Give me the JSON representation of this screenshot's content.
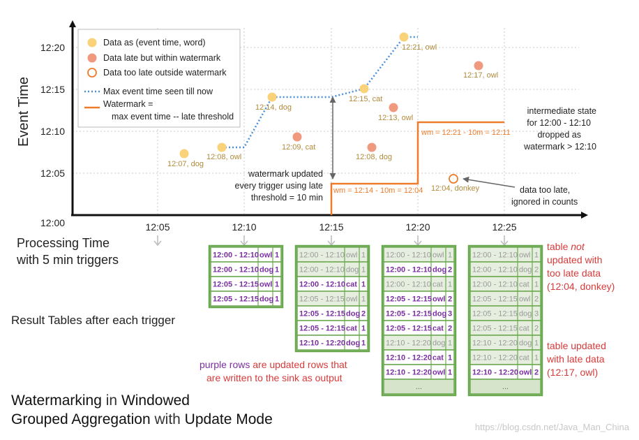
{
  "y_axis": {
    "title": "Event Time",
    "ticks": [
      "12:00",
      "12:05",
      "12:10",
      "12:15",
      "12:20"
    ]
  },
  "x_axis": {
    "title_line1": "Processing Time",
    "title_line2": "with 5 min triggers",
    "ticks": [
      "12:05",
      "12:10",
      "12:15",
      "12:20",
      "12:25"
    ]
  },
  "legend": {
    "data": "Data as (event time, word)",
    "late": "Data late but within watermark",
    "too_late": "Data too late outside watermark",
    "max_event": "Max event time seen till now",
    "watermark_line1": "Watermark =",
    "watermark_line2": "max event time -- late threshold"
  },
  "points": {
    "p1": "12:07, dog",
    "p2": "12:08, owl",
    "p3": "12:14, dog",
    "p4": "12:15, cat",
    "p5": "12:21, owl",
    "l1": "12:09, cat",
    "l2": "12:08, dog",
    "l3": "12:13, owl",
    "l4": "12:17, owl",
    "tl1": "12:04, donkey"
  },
  "watermark_labels": {
    "w1": "wm = 12:14 - 10m = 12:04",
    "w2": "wm = 12:21 - 10m = 12:11"
  },
  "notes": {
    "wm_updated": [
      "watermark updated",
      "every trigger using late",
      "threshold = 10 min"
    ],
    "intermediate": [
      "intermediate state",
      "for 12:00 - 12:10",
      "dropped as",
      "watermark > 12:10"
    ],
    "too_late": [
      "data too late,",
      "ignored in counts"
    ],
    "table_not_pre": "table ",
    "table_not_em": "not",
    "table_not": [
      "updated with",
      "too late data",
      "(12:04, donkey)"
    ],
    "table_updated": [
      "table updated",
      "with late data",
      "(12:17, owl)"
    ],
    "result_tables": "Result Tables after each trigger",
    "purple_word": "purple rows",
    "purple_rest": " are updated rows that",
    "purple_line2": "are written to the sink as output"
  },
  "title": {
    "w1": "Watermarking",
    "w2": " in ",
    "w3": "Windowed",
    "w4": "Grouped Aggregation",
    "w5": " with ",
    "w6": "Update Mode"
  },
  "site_watermark": "https://blog.csdn.net/Java_Man_China",
  "colors": {
    "data": "#f9d27a",
    "late": "#ef9a7e",
    "too_late": "#ee7a2a",
    "max_line": "#4a90d9",
    "wm_line": "#ee7a2a",
    "table_border": "#6aa84f",
    "updated_row": "#7b2fa3",
    "stale_row": "#999999"
  },
  "tables": [
    {
      "rows": [
        {
          "w": "12:00 - 12:10",
          "k": "owl",
          "c": "1",
          "u": true
        },
        {
          "w": "12:00 - 12:10",
          "k": "dog",
          "c": "1",
          "u": true
        },
        {
          "w": "12:05 - 12:15",
          "k": "owl",
          "c": "1",
          "u": true
        },
        {
          "w": "12:05 - 12:15",
          "k": "dog",
          "c": "1",
          "u": true
        }
      ]
    },
    {
      "rows": [
        {
          "w": "12:00 - 12:10",
          "k": "owl",
          "c": "1",
          "u": false
        },
        {
          "w": "12:00 - 12:10",
          "k": "dog",
          "c": "1",
          "u": false
        },
        {
          "w": "12:00 - 12:10",
          "k": "cat",
          "c": "1",
          "u": true
        },
        {
          "w": "12:05 - 12:15",
          "k": "owl",
          "c": "1",
          "u": false
        },
        {
          "w": "12:05 - 12:15",
          "k": "dog",
          "c": "2",
          "u": true
        },
        {
          "w": "12:05 - 12:15",
          "k": "cat",
          "c": "1",
          "u": true
        },
        {
          "w": "12:10 - 12:20",
          "k": "dog",
          "c": "1",
          "u": true
        }
      ]
    },
    {
      "rows": [
        {
          "w": "12:00 - 12:10",
          "k": "owl",
          "c": "1",
          "u": false
        },
        {
          "w": "12:00 - 12:10",
          "k": "dog",
          "c": "2",
          "u": true
        },
        {
          "w": "12:00 - 12:10",
          "k": "cat",
          "c": "1",
          "u": false
        },
        {
          "w": "12:05 - 12:15",
          "k": "owl",
          "c": "2",
          "u": true
        },
        {
          "w": "12:05 - 12:15",
          "k": "dog",
          "c": "3",
          "u": true
        },
        {
          "w": "12:05 - 12:15",
          "k": "cat",
          "c": "2",
          "u": true
        },
        {
          "w": "12:10 - 12:20",
          "k": "dog",
          "c": "1",
          "u": false
        },
        {
          "w": "12:10 - 12:20",
          "k": "cat",
          "c": "1",
          "u": true
        },
        {
          "w": "12:10 - 12:20",
          "k": "owl",
          "c": "1",
          "u": true
        }
      ],
      "more": "..."
    },
    {
      "rows": [
        {
          "w": "12:00 - 12:10",
          "k": "owl",
          "c": "1",
          "u": false
        },
        {
          "w": "12:00 - 12:10",
          "k": "dog",
          "c": "2",
          "u": false
        },
        {
          "w": "12:00 - 12:10",
          "k": "cat",
          "c": "1",
          "u": false
        },
        {
          "w": "12:05 - 12:15",
          "k": "owl",
          "c": "2",
          "u": false
        },
        {
          "w": "12:05 - 12:15",
          "k": "dog",
          "c": "3",
          "u": false
        },
        {
          "w": "12:05 - 12:15",
          "k": "cat",
          "c": "2",
          "u": false
        },
        {
          "w": "12:10 - 12:20",
          "k": "dog",
          "c": "1",
          "u": false
        },
        {
          "w": "12:10 - 12:20",
          "k": "cat",
          "c": "1",
          "u": false
        },
        {
          "w": "12:10 - 12:20",
          "k": "owl",
          "c": "2",
          "u": true
        }
      ],
      "more": "..."
    }
  ]
}
